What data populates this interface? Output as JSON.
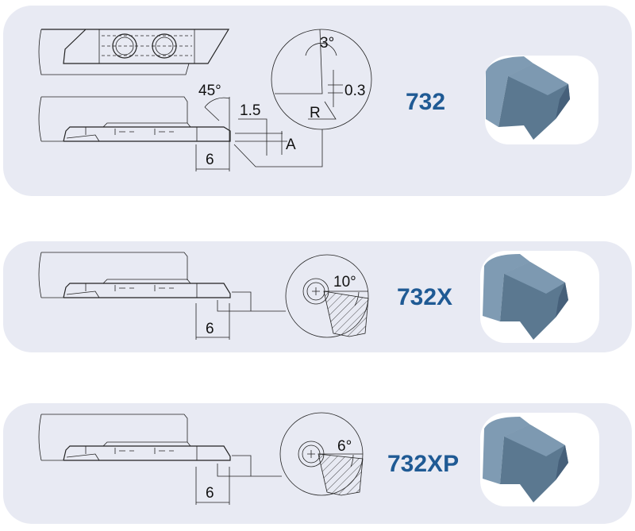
{
  "colors": {
    "panel": "#e8eaf3",
    "label": "#1f5a94",
    "insert_light": "#7f9bb3",
    "insert_dark": "#4e6a80"
  },
  "panels": [
    {
      "label": "732",
      "dims": {
        "angle_chamfer": "45°",
        "land": "1.5",
        "width": "6",
        "angle_a": "A",
        "angle_detail": "3°",
        "edge": "0.3",
        "radius": "R"
      }
    },
    {
      "label": "732X",
      "dims": {
        "width": "6",
        "angle_detail": "10°"
      }
    },
    {
      "label": "732XP",
      "dims": {
        "width": "6",
        "angle_detail": "6°"
      }
    }
  ]
}
